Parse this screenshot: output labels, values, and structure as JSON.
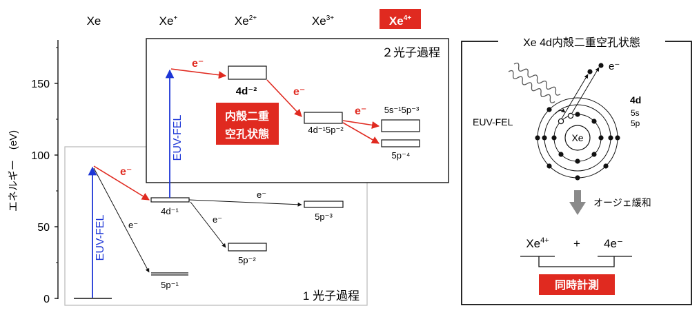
{
  "charge_states": [
    {
      "base": "Xe",
      "sup": ""
    },
    {
      "base": "Xe",
      "sup": "+"
    },
    {
      "base": "Xe",
      "sup": "2+"
    },
    {
      "base": "Xe",
      "sup": "3+"
    },
    {
      "base": "Xe",
      "sup": "4+"
    }
  ],
  "axis": {
    "ylabel": "エネルギー　(eV)",
    "ticks": [
      "0",
      "50",
      "100",
      "150"
    ]
  },
  "one_photon": {
    "title": "1 光子過程",
    "euv_label": "EUV-FEL",
    "electron": "e⁻",
    "levels": {
      "d4": "4d⁻¹",
      "p1": "5p⁻¹",
      "p2": "5p⁻²",
      "p3": "5p⁻³"
    }
  },
  "two_photon": {
    "title": "２光子過程",
    "euv_label": "EUV-FEL",
    "electron": "e⁻",
    "levels": {
      "d2": "4d⁻²",
      "d1p2": "4d⁻¹5p⁻²",
      "s1p3": "5s⁻¹5p⁻³",
      "p4": "5p⁻⁴"
    },
    "badge_line1": "内殻二重",
    "badge_line2": "空孔状態"
  },
  "inset": {
    "title": "Xe 4d内殻二重空孔状態",
    "euv_label": "EUV-FEL",
    "nucleus": "Xe",
    "electron": "e⁻",
    "shells": [
      "4d",
      "5s",
      "5p"
    ],
    "auger": "オージェ緩和",
    "product_ion_base": "Xe",
    "product_ion_sup": "4+",
    "plus": "+",
    "product_electrons": "4e⁻",
    "badge": "同時計測"
  },
  "colors": {
    "red": "#e02a20",
    "blue": "#1d36d6",
    "gray_box": "#bdbdbd",
    "dark": "#111111",
    "arrow_gray": "#8a8a8a"
  }
}
